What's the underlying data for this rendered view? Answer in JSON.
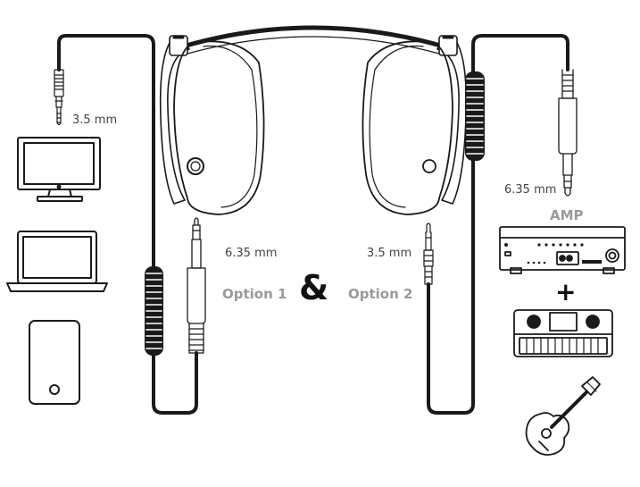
{
  "labels": {
    "left_jack_size": "3.5 mm",
    "center_left_jack_size": "6.35 mm",
    "center_right_jack_size": "3.5 mm",
    "right_jack_size": "6.35 mm",
    "option_1": "Option 1",
    "ampersand": "&",
    "option_2": "Option 2",
    "amp": "AMP",
    "plus": "+"
  },
  "colors": {
    "line": "#1a1a1a",
    "label_gray": "#9a9a9a",
    "text": "#444444"
  },
  "icons": [
    "monitor-icon",
    "laptop-icon",
    "phone-icon",
    "amplifier-icon",
    "keyboard-icon",
    "guitar-icon",
    "headphones-icon"
  ]
}
